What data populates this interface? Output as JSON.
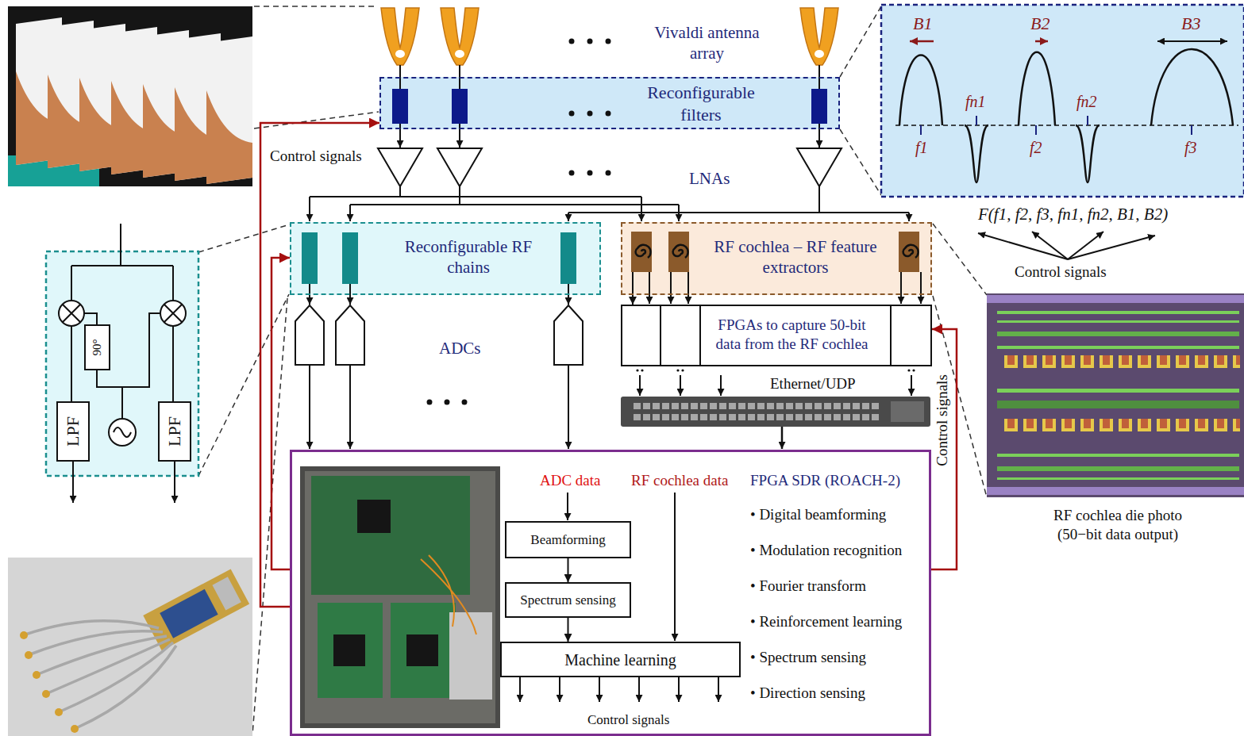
{
  "diagram": {
    "nodes": [
      {
        "text": [
          "Reconfigurable filters"
        ]
      },
      {
        "text": [
          "Reconfigurable RF chains"
        ]
      },
      {
        "text": [
          "RF cochlea – RF feature extractors"
        ]
      },
      {
        "text": [
          "FPGAs to capture 50-bit data from the RF cochlea"
        ]
      },
      {
        "text": [
          "ADC data",
          "RF cochlea data",
          "FPGA SDR (ROACH-2)",
          "• Digital beamforming",
          "• Modulation recognition",
          "• Fourier transform",
          "• Reinforcement learning",
          "• Spectrum sensing",
          "• Direction sensing",
          "Control signals"
        ]
      },
      {
        "text": [
          "Beamforming"
        ],
        "in": 4
      },
      {
        "text": [
          "Spectrum sensing"
        ],
        "in": 4
      },
      {
        "text": [
          "Machine learning"
        ],
        "in": 4
      },
      {
        "text": [
          "90°"
        ]
      },
      {
        "text": [
          "LPF"
        ]
      },
      {
        "text": [
          "LPF"
        ]
      }
    ],
    "edges": [
      {
        "from": 5,
        "to": 6,
        "arrow": "to"
      },
      {
        "from": 6,
        "to": 7,
        "arrow": "to"
      },
      {
        "from": 4,
        "to": 0,
        "arrow": "to"
      },
      {
        "from": 4,
        "to": 1,
        "arrow": "to"
      },
      {
        "from": 4,
        "to": 3,
        "arrow": "to"
      },
      {
        "from": 2,
        "to": 3,
        "arrow": "to"
      }
    ],
    "labels": [
      "Vivaldi antenna array",
      "Control signals",
      "LNAs",
      "ADCs",
      "Ethernet/UDP",
      "Control signals",
      "B1",
      "B2",
      "B3",
      "fn1",
      "fn2",
      "f1",
      "f2",
      "f3",
      "F(f1, f2, f3, fn1, fn2, B1, B2)",
      "Control signals",
      "RF cochlea die photo (50−bit data output)"
    ]
  }
}
